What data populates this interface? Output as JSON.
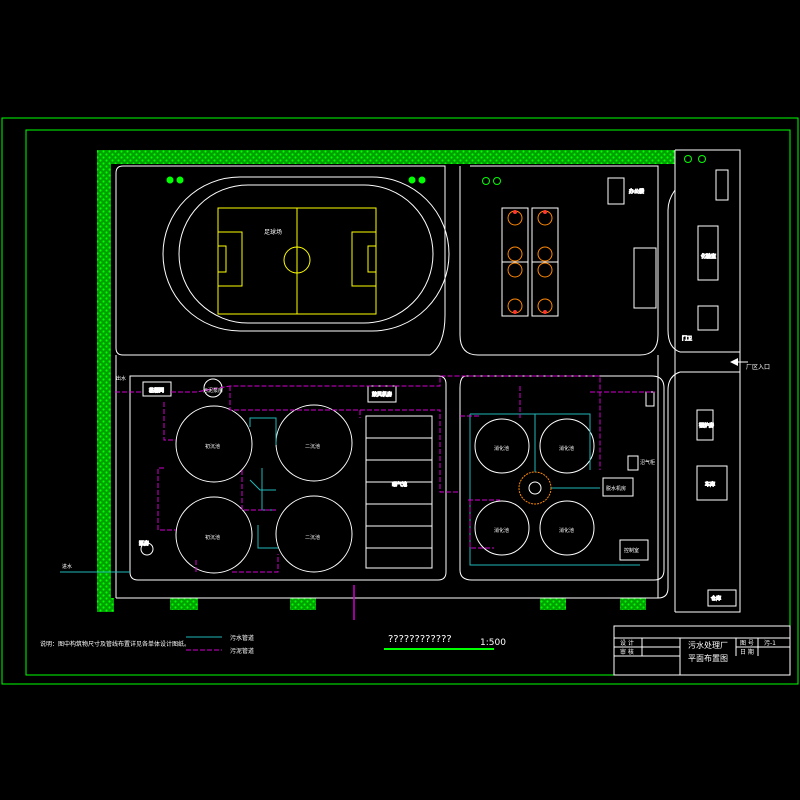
{
  "drawing": {
    "title_lines": [
      "污水处理厂",
      "平面布置图"
    ],
    "designer_label": "设 计",
    "checker_label": "审 核",
    "sheet_no_label": "图 号",
    "sheet_no_value": "污-1",
    "date_label": "日 期",
    "scale_title": "????????????",
    "scale": "1:500",
    "note": "说明：图中构筑物尺寸及管线布置详见各单体设计图纸。"
  },
  "legend": {
    "items": [
      {
        "label": "污水管道",
        "color": "#1fb8b8"
      },
      {
        "label": "污泥管道",
        "color": "#d000d0"
      }
    ]
  },
  "site": {
    "gate": "厂区入口",
    "field": "足球场"
  },
  "tanks": {
    "left": [
      "初沉池",
      "二沉池",
      "初沉池",
      "二沉池"
    ],
    "right": [
      "消化池",
      "消化池",
      "消化池",
      "消化池"
    ]
  },
  "labels": {
    "aeration": "曝气池",
    "pump": "泵房",
    "blower": "鼓风机房",
    "control": "控制室",
    "office": "办公楼",
    "lab": "化验室",
    "gas": "沼气柜",
    "dewater": "脱水机房",
    "boiler": "锅炉房",
    "guard": "门卫",
    "garage": "车库",
    "inlet": "进水",
    "outlet": "出水",
    "grit": "格栅间",
    "storage": "仓库",
    "sludge": "污泥泵房"
  },
  "colors": {
    "background": "#000000",
    "frame": "#00ff00",
    "road": "#ffffff",
    "hedge": "#00ff00",
    "sewage_pipe": "#1fb8b8",
    "sludge_pipe": "#d000d0",
    "field_line": "#ffff00",
    "court_mark": "#ff8800"
  }
}
